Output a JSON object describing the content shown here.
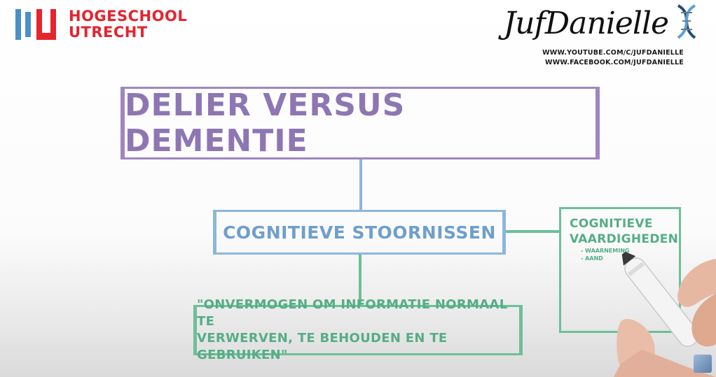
{
  "logos": {
    "hu": {
      "line1": "HOGESCHOOL",
      "line2": "UTRECHT",
      "colors": {
        "red": "#e5242e",
        "blue": "#4a90c8"
      }
    },
    "juf": {
      "name": "JufDanielle",
      "link1": "WWW.YOUTUBE.COM/C/JUFDANIELLE",
      "link2": "WWW.FACEBOOK.COM/JUFDANIELLE"
    }
  },
  "diagram": {
    "title": "DELIER VERSUS DEMENTIE",
    "node_cognitive": "COGNITIEVE STOORNISSEN",
    "definition": {
      "line1": "\"ONVERMOGEN OM INFORMATIE NORMAAL TE",
      "line2": "VERWERVEN, TE BEHOUDEN EN TE GEBRUIKEN\""
    },
    "skills": {
      "title_line1": "COGNITIEVE",
      "title_line2": "VAARDIGHEDEN",
      "items": [
        "- WAARNEMING",
        "- AAND"
      ]
    }
  },
  "colors": {
    "purple": "#9f86c0",
    "blue": "#8bb7dd",
    "green": "#6dbf9a"
  },
  "icons": [
    "hand-with-marker-icon",
    "video-corner-icon"
  ]
}
